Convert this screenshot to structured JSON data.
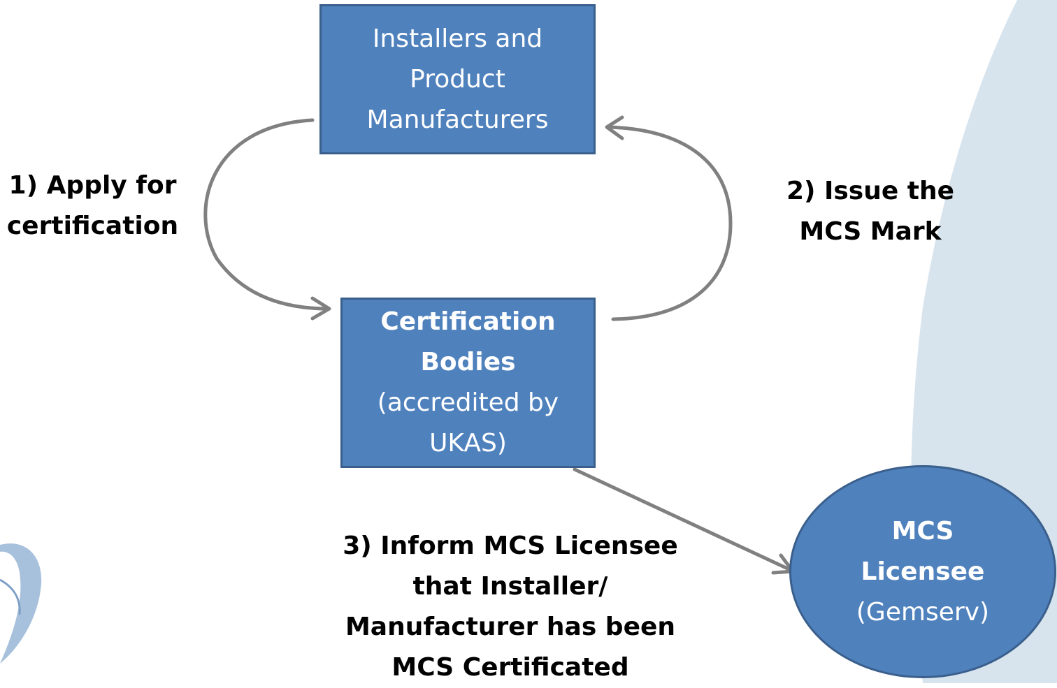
{
  "nodes": {
    "installers": {
      "line1": "Installers and",
      "line2": "Product",
      "line3": "Manufacturers"
    },
    "certification_bodies": {
      "line1": "Certification",
      "line2": "Bodies",
      "line3": "(accredited by",
      "line4": "UKAS)"
    },
    "mcs_licensee": {
      "line1": "MCS",
      "line2": "Licensee",
      "line3": "(Gemserv)"
    }
  },
  "edges": {
    "apply": {
      "line1": "1) Apply for",
      "line2": "certification"
    },
    "issue": {
      "line1": "2) Issue the",
      "line2": "MCS Mark"
    },
    "inform": {
      "line1": "3) Inform MCS Licensee",
      "line2": "that Installer/",
      "line3": "Manufacturer has been",
      "line4": "MCS Certificated"
    }
  },
  "colors": {
    "node_fill": "#4f81bd",
    "node_border": "#3a5f8c",
    "arrow": "#808080",
    "background_swoosh": "#d7e4ee",
    "logo_swoosh": "#a7c0dc"
  }
}
